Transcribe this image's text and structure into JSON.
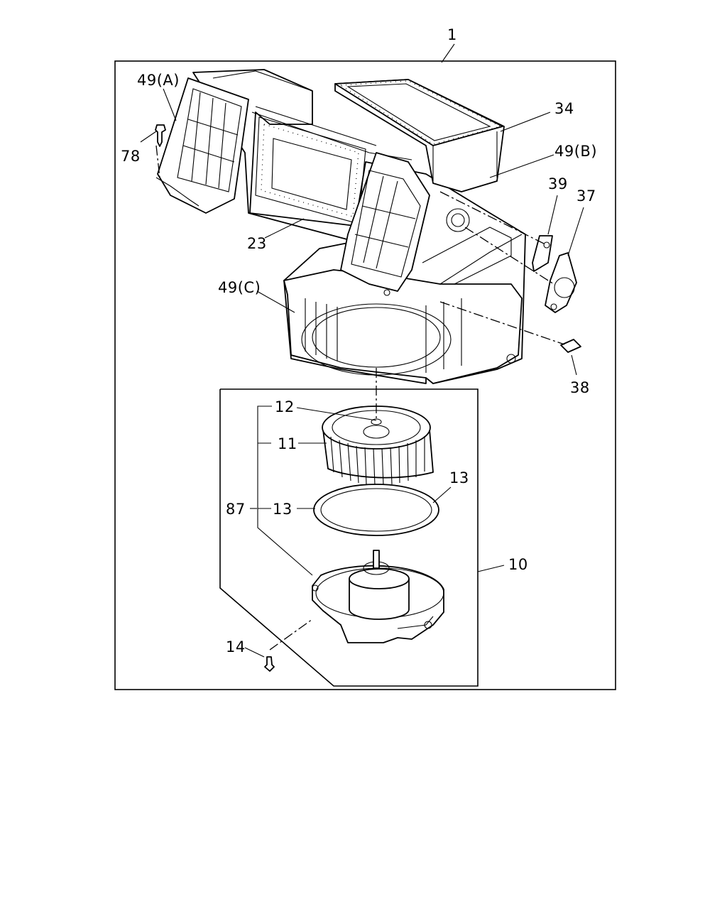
{
  "callouts": {
    "c1": "1",
    "c49a": "49(A)",
    "c78": "78",
    "c34": "34",
    "c49b": "49(B)",
    "c39": "39",
    "c37": "37",
    "c23": "23",
    "c49c": "49(C)",
    "c38": "38",
    "c12": "12",
    "c11": "11",
    "c13a": "13",
    "c13b": "13",
    "c87": "87",
    "c10": "10",
    "c14": "14"
  }
}
